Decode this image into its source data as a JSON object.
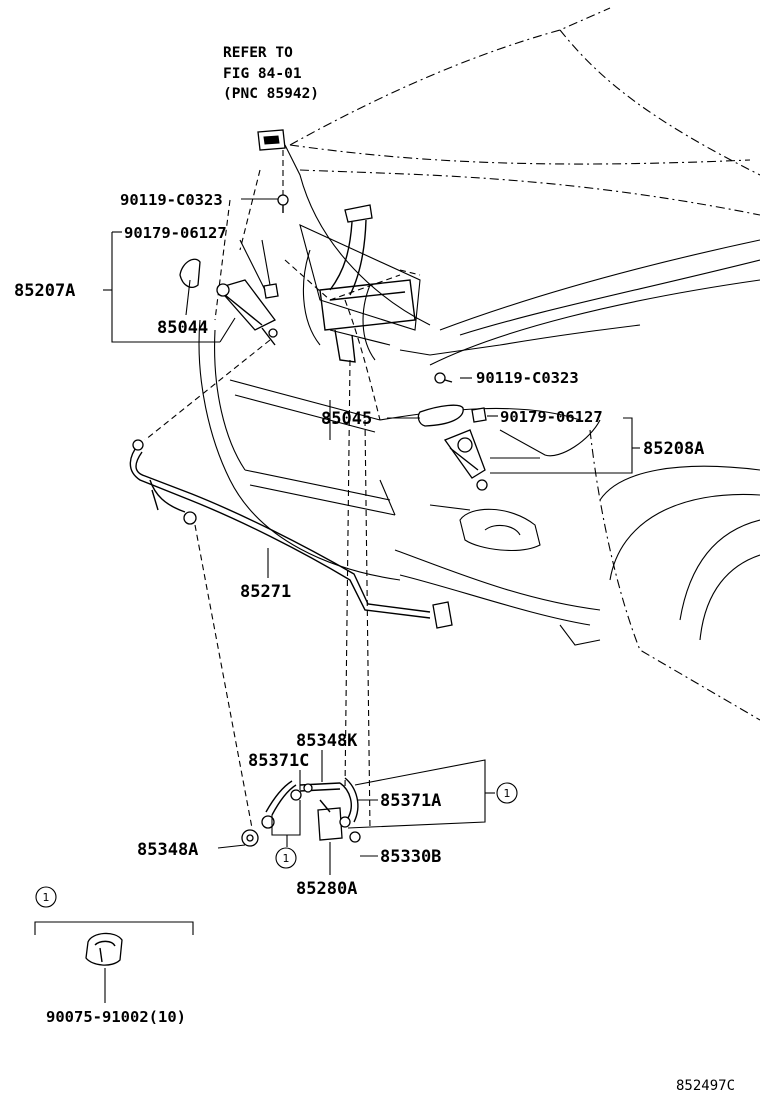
{
  "refer_note": {
    "line1": "REFER TO",
    "line2": "FIG 84-01",
    "line3": "(PNC 85942)"
  },
  "labels": {
    "bolt_left": "90119-C0323",
    "clip_left": "90179-06127",
    "assy_left": "85207A",
    "cap_left": "85044",
    "bolt_right": "90119-C0323",
    "cap_right": "85045",
    "clip_right": "90179-06127",
    "assy_right": "85208A",
    "hose_main": "85271",
    "hose_k": "85348K",
    "hose_c": "85371C",
    "hose_a": "85371A",
    "joint_a": "85348A",
    "valve_b": "85330B",
    "valve_a": "85280A",
    "clamp_part": "90075-91002(10)",
    "figure_code": "852497C"
  },
  "callouts": {
    "ref1": "1",
    "ref2": "1",
    "ref3": "1"
  }
}
